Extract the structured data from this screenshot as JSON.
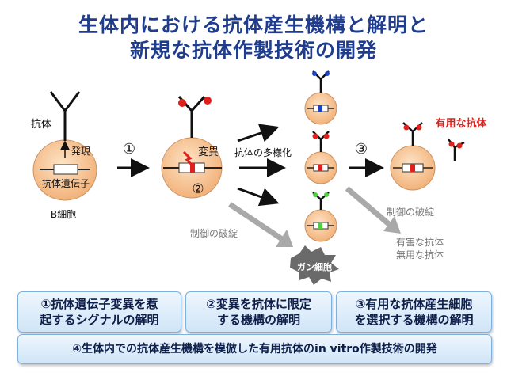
{
  "title": {
    "line1": "生体内における抗体産生機構と解明と",
    "line2": "新規な抗体作製技術の開発"
  },
  "labels": {
    "antibody": "抗体",
    "expression": "発現",
    "antibody_gene": "抗体遺伝子",
    "b_cell": "B細胞",
    "step1": "①",
    "mutation": "変異",
    "step2": "②",
    "diversification": "抗体の多様化",
    "step3": "③",
    "useful_antibody": "有用な抗体",
    "control_breakdown_1": "制御の破綻",
    "control_breakdown_2": "制御の破綻",
    "cancer_cell": "ガン細胞",
    "harmful_antibody": "有害な抗体",
    "useless_antibody": "無用な抗体"
  },
  "boxes": {
    "box1_line1": "①抗体遺伝子変異を惹",
    "box1_line2": "起するシグナルの解明",
    "box2_line1": "②変異を抗体に限定",
    "box2_line2": "する機構の解明",
    "box3_line1": "③有用な抗体産生細胞",
    "box3_line2": "を選択する機構の解明",
    "box4": "④生体内での抗体産生機構を模倣した有用抗体のin vitro作製技術の開発"
  },
  "colors": {
    "title": "#1f3d8c",
    "cell_fill": "#f6c08c",
    "mutation_red": "#e0201b",
    "blue_mark": "#1f3fc4",
    "green_mark": "#4fcf3f",
    "grey_arrow": "#a9a9a9"
  }
}
